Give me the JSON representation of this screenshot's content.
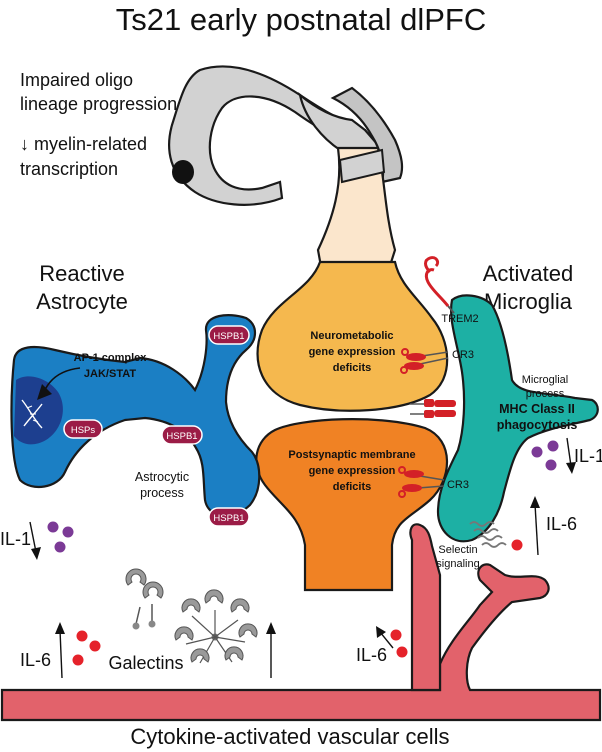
{
  "title": "Ts21 early postnatal dlPFC",
  "oligo": {
    "line1": "Impaired oligo",
    "line2": "lineage progression",
    "line3": "↓ myelin-related",
    "line4": "transcription"
  },
  "astrocyte": {
    "label1": "Reactive",
    "label2": "Astrocyte",
    "signal1": "AP-1 complex",
    "signal2": "JAK/STAT",
    "hsps": "HSPs",
    "hspb1_a": "HSPB1",
    "hspb1_b": "HSPB1",
    "hspb1_c": "HSPB1",
    "process1": "Astrocytic",
    "process2": "process",
    "il1": "IL-1"
  },
  "neuron": {
    "top1": "Neurometabolic",
    "top2": "gene expression",
    "top3": "deficits",
    "bottom1": "Postsynaptic membrane",
    "bottom2": "gene expression",
    "bottom3": "deficits"
  },
  "microglia": {
    "label1": "Activated",
    "label2": "Microglia",
    "trem2": "TREM2",
    "cr3_top": "CR3",
    "cr3_bottom": "CR3",
    "process1": "Microglial",
    "process2": "process",
    "mhc1": "MHC Class II",
    "mhc2": "phagocytosis",
    "il1": "IL-1",
    "il6": "IL-6"
  },
  "vascular": {
    "selectin1": "Selectin",
    "selectin2": "signaling",
    "il6_left": "IL-6",
    "il6_mid": "IL-6",
    "galectins": "Galectins",
    "footer": "Cytokine-activated vascular cells"
  },
  "colors": {
    "astrocyte": "#1b7fc4",
    "astrocyte_nucleus": "#1d3f8f",
    "microglia": "#1db0a4",
    "neuron_top": "#f5b84e",
    "neuron_bottom": "#f08224",
    "axon": "#fbe6cc",
    "oligo": "#d2d2d2",
    "vessel": "#e2626b",
    "cytokine_red": "#e5222a",
    "cytokine_purple": "#7b3a96",
    "hsp_pill": "#9b1c46",
    "receptor": "#d32027"
  }
}
